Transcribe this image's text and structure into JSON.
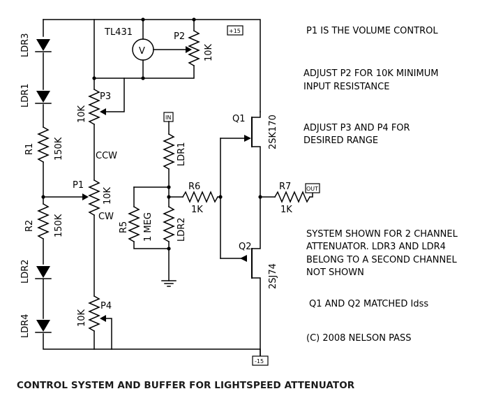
{
  "components": {
    "ldr3": "LDR3",
    "ldr1_left": "LDR1",
    "r1": "R1",
    "r1_value": "150K",
    "r2": "R2",
    "r2_value": "150K",
    "ldr2_left": "LDR2",
    "ldr4": "LDR4",
    "p3": "P3",
    "p3_value": "10K",
    "ccw": "CCW",
    "p1": "P1",
    "p1_value": "10K",
    "cw": "CW",
    "p4": "P4",
    "p4_value": "10K",
    "tl431": "TL431",
    "meter": "V",
    "p2": "P2",
    "p2_value": "10K",
    "plus15": "+15",
    "in": "IN",
    "ldr1_right": "LDR1",
    "r6": "R6",
    "r6_value": "1K",
    "r5": "R5",
    "r5_value": "1 MEG",
    "ldr2_right": "LDR2",
    "q1": "Q1",
    "q1_part": "2SK170",
    "q2": "Q2",
    "q2_part": "2SJ74",
    "r7": "R7",
    "r7_value": "1K",
    "out": "OUT",
    "minus15": "-15"
  },
  "notes": [
    "P1 IS THE VOLUME CONTROL",
    "ADJUST P2 FOR 10K MINIMUM",
    "INPUT RESISTANCE",
    "ADJUST P3 AND P4 FOR",
    "DESIRED RANGE",
    "SYSTEM SHOWN FOR 2 CHANNEL",
    "ATTENUATOR.  LDR3 AND LDR4",
    "BELONG TO A SECOND CHANNEL",
    "NOT SHOWN",
    "Q1 AND Q2 MATCHED Idss",
    "(C) 2008 NELSON PASS"
  ],
  "caption": "CONTROL SYSTEM AND BUFFER FOR LIGHTSPEED ATTENUATOR"
}
